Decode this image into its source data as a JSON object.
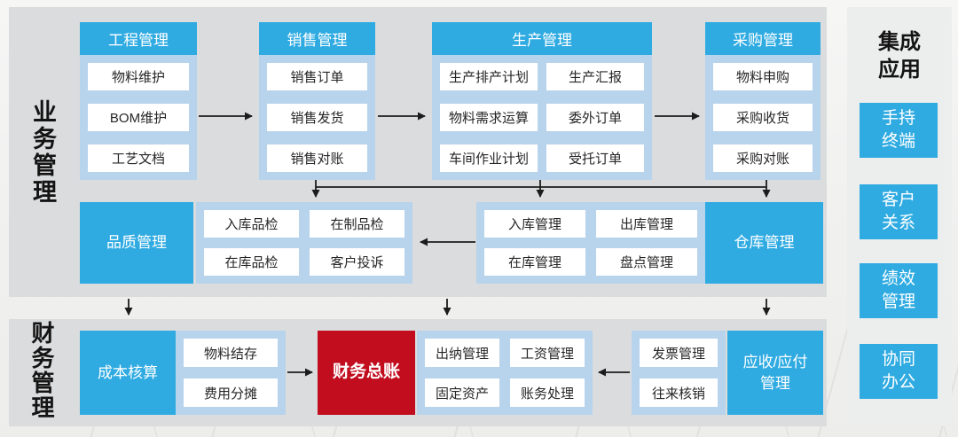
{
  "sections": {
    "business_label": "业务管理",
    "finance_label": "财务管理"
  },
  "business": {
    "columns": [
      {
        "header": "工程管理",
        "items": [
          "物料维护",
          "BOM维护",
          "工艺文档"
        ]
      },
      {
        "header": "销售管理",
        "items": [
          "销售订单",
          "销售发货",
          "销售对账"
        ]
      },
      {
        "header": "生产管理",
        "items": [
          "生产排产计划",
          "生产汇报",
          "物料需求运算",
          "委外订单",
          "车间作业计划",
          "受托订单"
        ]
      },
      {
        "header": "采购管理",
        "items": [
          "物料申购",
          "采购收货",
          "采购对账"
        ]
      }
    ]
  },
  "middle": {
    "quality": {
      "label": "品质管理",
      "items": [
        "入库品检",
        "在制品检",
        "在库品检",
        "客户投诉"
      ]
    },
    "warehouse": {
      "label": "仓库管理",
      "items": [
        "入库管理",
        "出库管理",
        "在库管理",
        "盘点管理"
      ]
    }
  },
  "finance": {
    "cost": {
      "label": "成本核算",
      "items": [
        "物料结存",
        "费用分摊"
      ]
    },
    "ledger": {
      "label": "财务总账",
      "items": [
        "出纳管理",
        "工资管理",
        "固定资产",
        "账务处理"
      ]
    },
    "receivable": {
      "label": "应收/应付\n管理",
      "items": [
        "发票管理",
        "往来核销"
      ]
    }
  },
  "integration": {
    "title": "集成\n应用",
    "apps": [
      "手持\n终端",
      "客户\n关系",
      "绩效\n管理",
      "协同\n办公"
    ]
  },
  "colors": {
    "accent_blue": "#2fabe2",
    "container_blue": "#b8d3ec",
    "highlight_red": "#c10d1e",
    "panel_gray": "#dbdcdd"
  }
}
